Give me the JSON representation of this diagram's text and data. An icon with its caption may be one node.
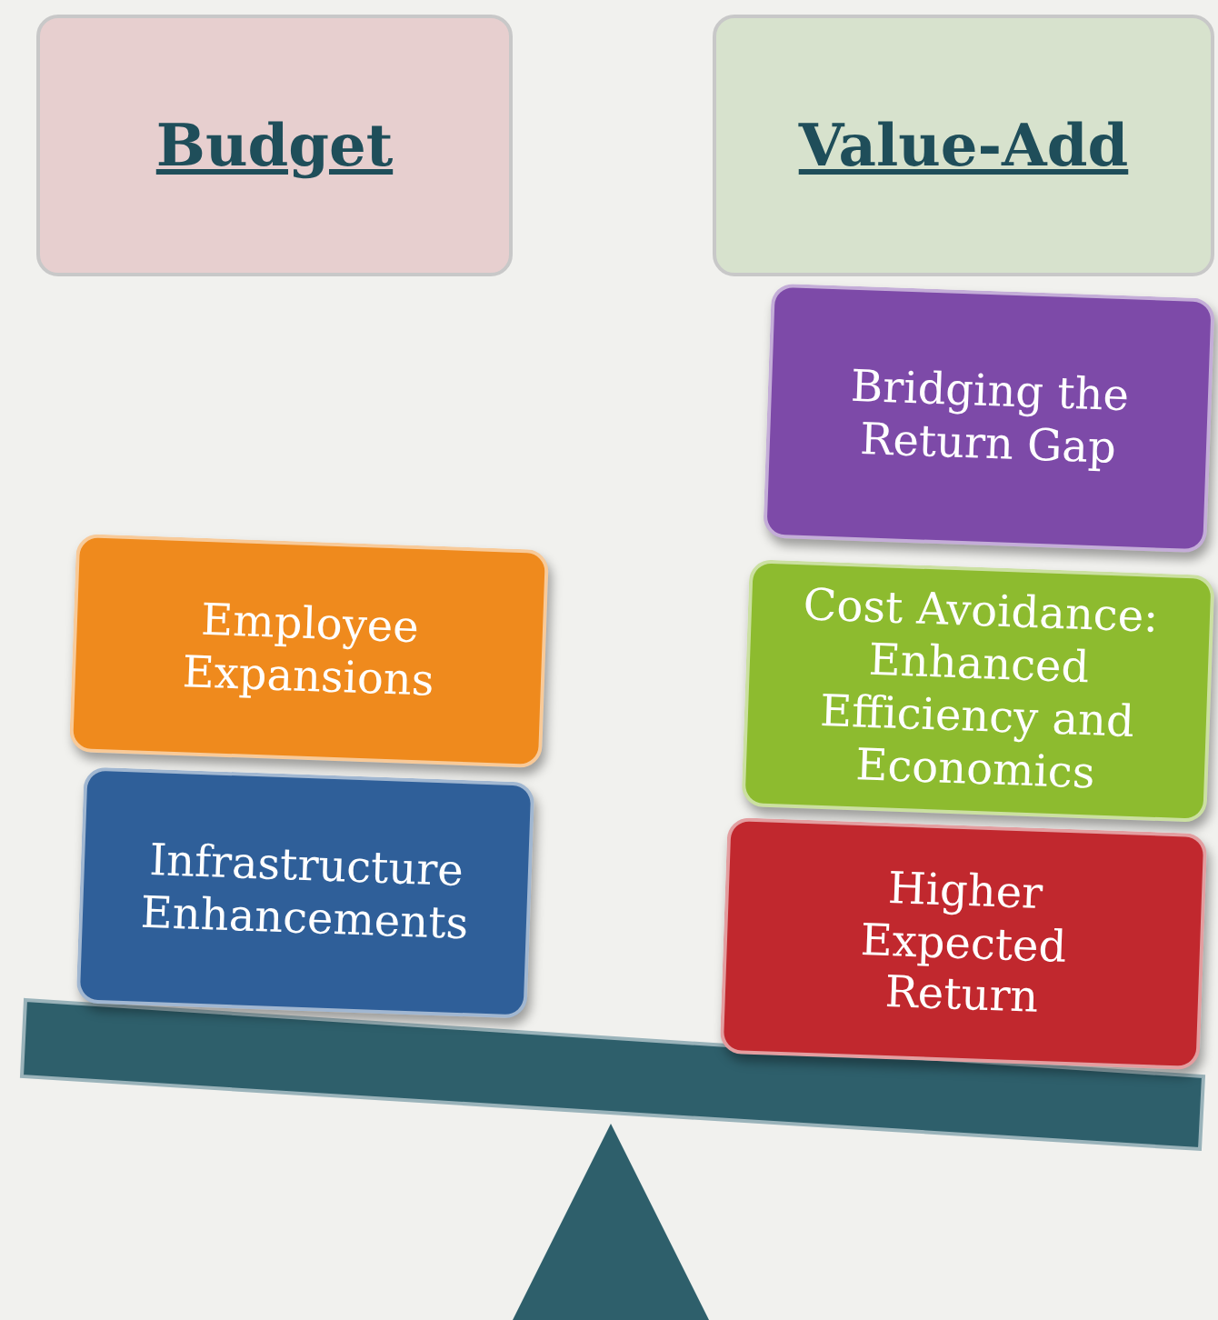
{
  "diagram": {
    "nodes": [
      {
        "text": [
          "Budget"
        ]
      },
      {
        "text": [
          "Value-Add"
        ]
      },
      {
        "text": [
          "Bridging the Return Gap"
        ]
      },
      {
        "text": [
          "Employee Expansions"
        ]
      },
      {
        "text": [
          "Cost Avoidance: Enhanced Efficiency and Economics"
        ]
      },
      {
        "text": [
          "Infrastructure Enhancements"
        ]
      },
      {
        "text": [
          "Higher Expected Return"
        ]
      }
    ]
  }
}
